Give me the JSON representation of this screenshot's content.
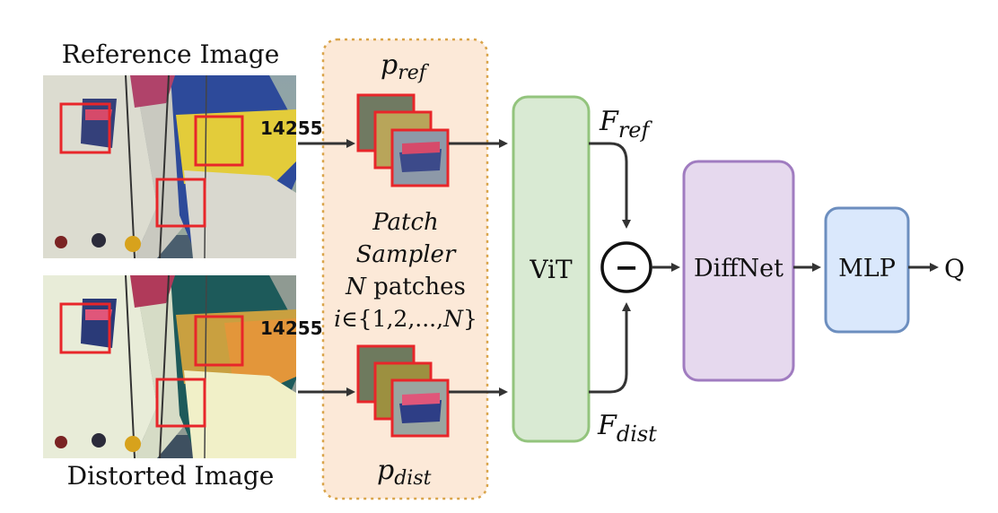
{
  "reference_label": "Reference Image",
  "distorted_label": "Distorted Image",
  "sampler": {
    "p_ref_main": "p",
    "p_ref_sub": "ref",
    "p_dist_main": "p",
    "p_dist_sub": "dist",
    "line1": "Patch",
    "line2": "Sampler",
    "line3_var": "N",
    "line3_rest": " patches",
    "line4_var": "i",
    "line4_rest": "∈{1,2,...,",
    "line4_var2": "N",
    "line4_end": "}"
  },
  "vit_label": "ViT",
  "f_ref_main": "F",
  "f_ref_sub": "ref",
  "f_dist_main": "F",
  "f_dist_sub": "dist",
  "minus_symbol": "−",
  "diffnet_label": "DiffNet",
  "mlp_label": "MLP",
  "output_label": "Q",
  "image_number": "14255",
  "colors": {
    "patch_border": "#e8262a",
    "sampler_fill": "#fce9d8",
    "sampler_border": "#d9a44a",
    "vit_fill": "#d9ead3",
    "vit_border": "#93c47d",
    "diffnet_fill": "#e6d9ee",
    "diffnet_border": "#a07cc0",
    "mlp_fill": "#dae8fc",
    "mlp_border": "#6c8ebf",
    "arrow": "#333333"
  }
}
